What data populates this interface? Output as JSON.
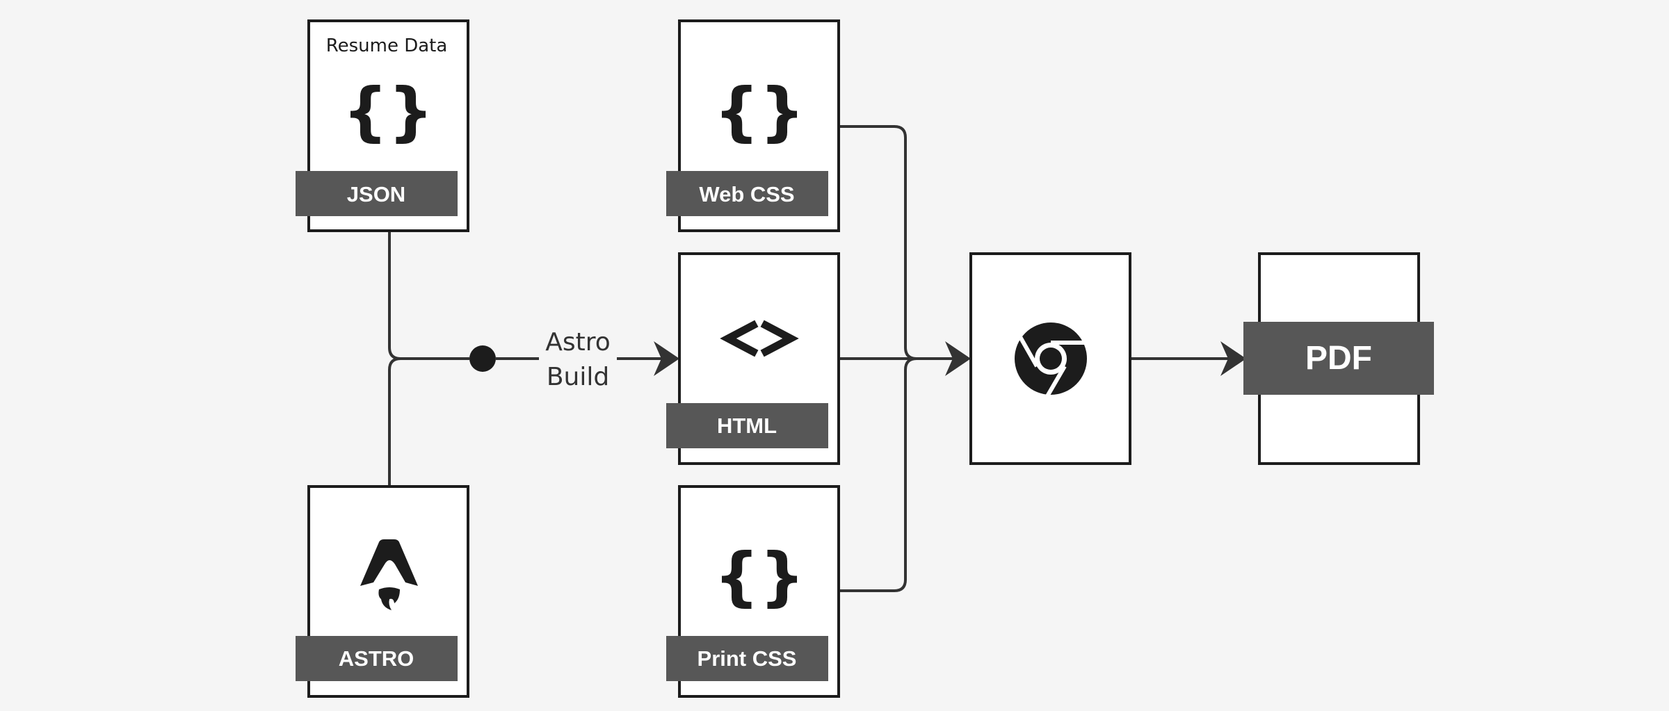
{
  "nodes": {
    "json": {
      "caption": "Resume Data",
      "icon": "curly-braces-icon",
      "label": "JSON"
    },
    "astro": {
      "icon": "astro-logo-icon",
      "label": "ASTRO"
    },
    "web_css": {
      "icon": "curly-braces-icon",
      "label": "Web CSS"
    },
    "html": {
      "icon": "angle-brackets-icon",
      "label": "HTML"
    },
    "print_css": {
      "icon": "curly-braces-icon",
      "label": "Print CSS"
    },
    "chrome": {
      "icon": "chrome-logo-icon"
    },
    "pdf": {
      "label": "PDF"
    }
  },
  "edges": {
    "build_step": {
      "line1": "Astro",
      "line2": "Build"
    }
  },
  "colors": {
    "background": "#f5f5f5",
    "box_fill": "#ffffff",
    "box_stroke": "#1c1c1c",
    "label_bar": "#575757",
    "connector": "#333333"
  }
}
